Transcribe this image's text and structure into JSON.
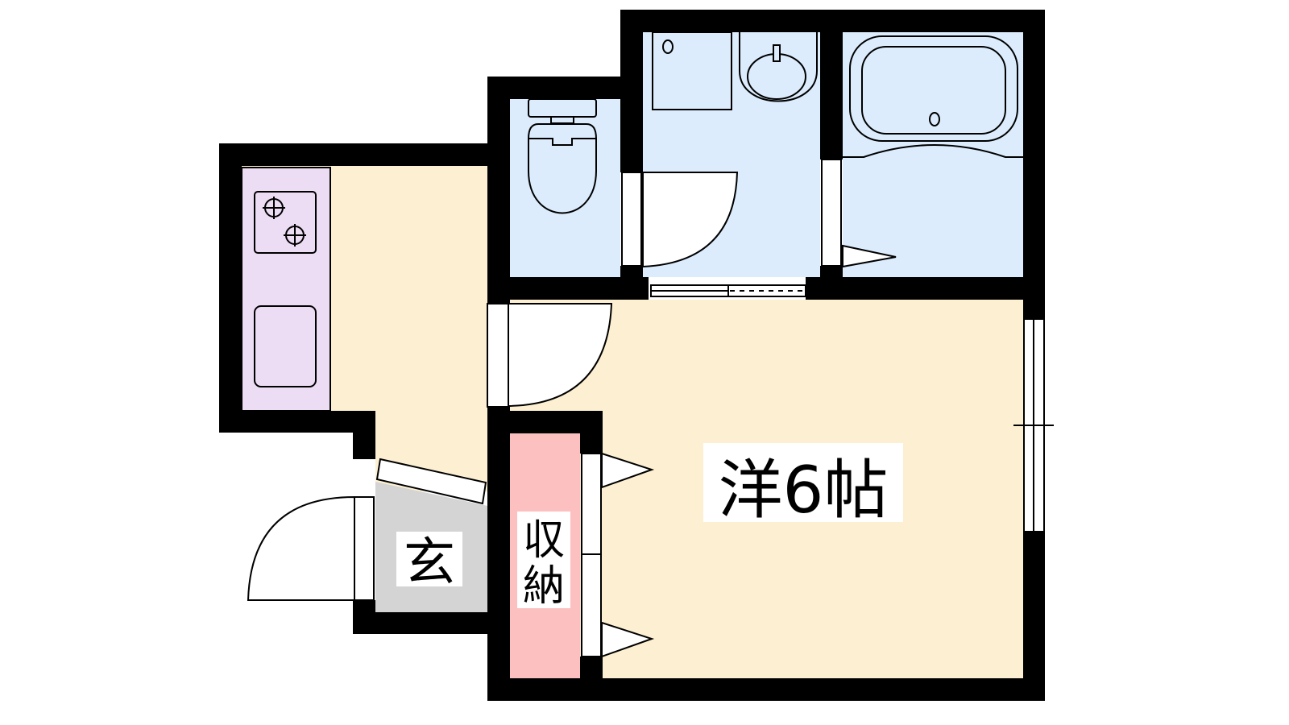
{
  "rooms": {
    "western_room": {
      "label": "洋6帖"
    },
    "storage": {
      "label_line1": "収",
      "label_line2": "納"
    },
    "entrance": {
      "label": "玄"
    }
  },
  "colors": {
    "wall": "#000000",
    "room_floor": "#fdf0d2",
    "wet_area": "#dcecfc",
    "kitchen_counter": "#ecdcf4",
    "storage": "#fcc0c0",
    "entrance": "#d4d4d4"
  }
}
